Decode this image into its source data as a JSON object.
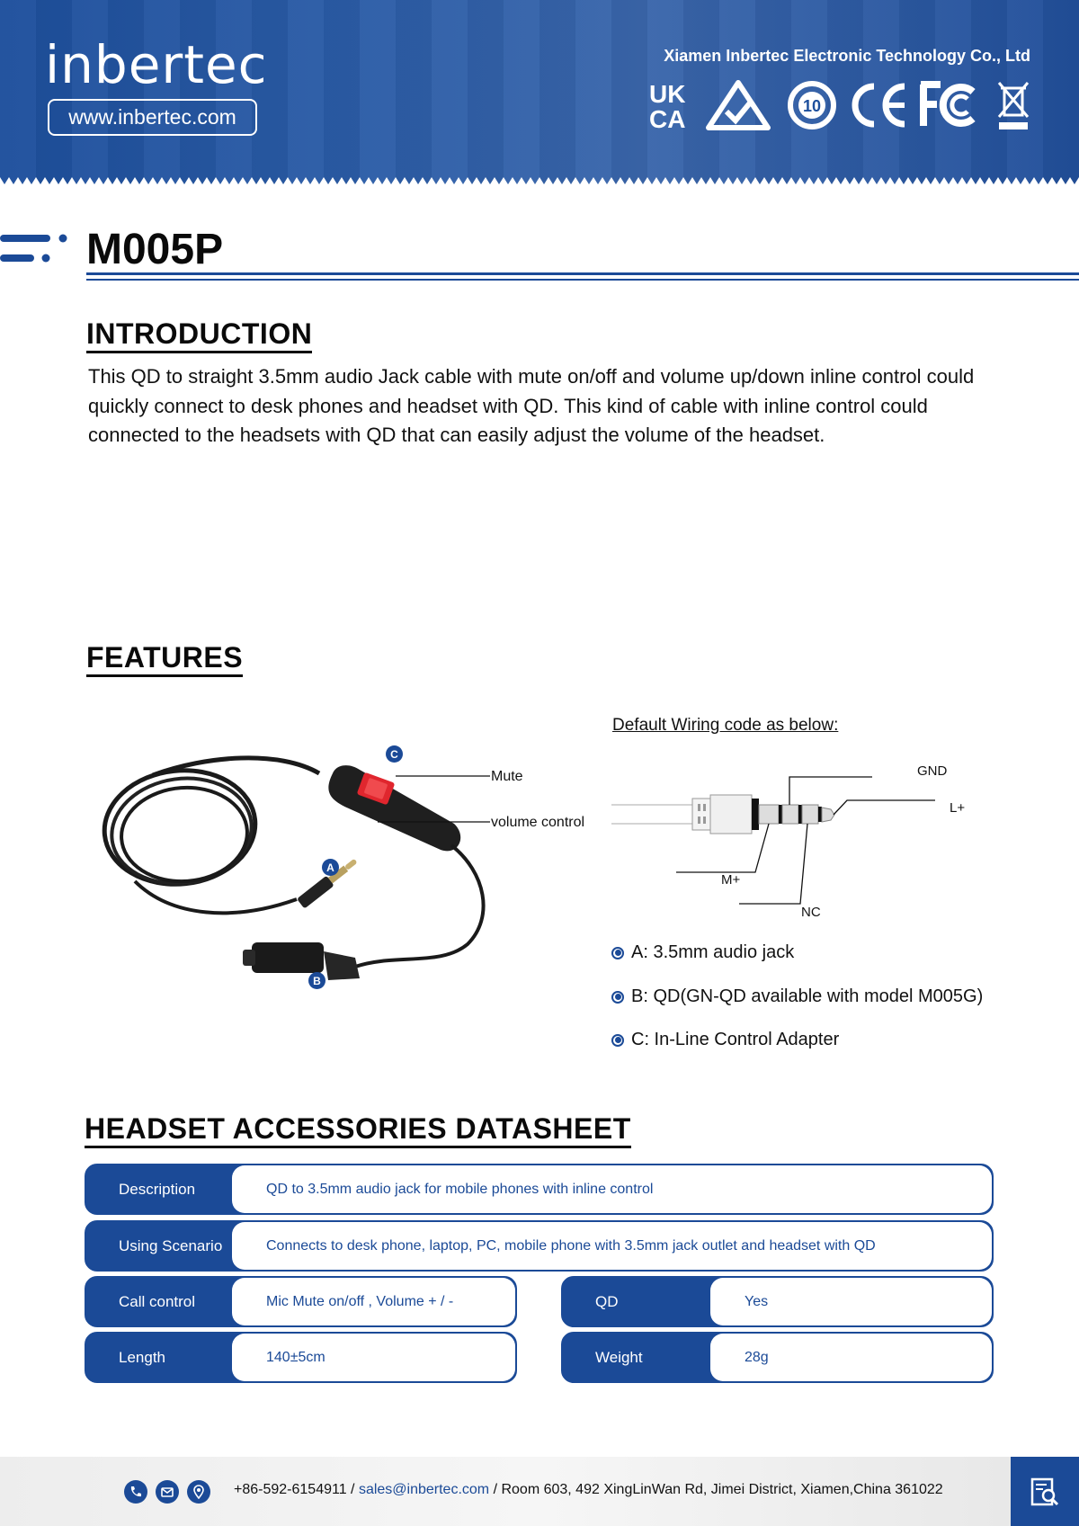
{
  "header": {
    "logo": "inbertec",
    "website": "www.inbertec.com",
    "company": "Xiamen Inbertec Electronic Technology Co., Ltd",
    "certifications": [
      "UKCA",
      "RCM",
      "10",
      "CE",
      "FC",
      "WEEE"
    ]
  },
  "product": {
    "model": "M005P"
  },
  "introduction": {
    "heading": "INTRODUCTION",
    "text": "This QD to straight 3.5mm audio Jack cable with mute on/off and volume up/down inline control could quickly connect to desk phones and headset with QD. This kind of cable with inline control could connected to the headsets with QD that can easily adjust the volume of the headset."
  },
  "features": {
    "heading": "FEATURES",
    "callouts": {
      "mute": "Mute",
      "volume": "volume control",
      "badge_a": "A",
      "badge_b": "B",
      "badge_c": "C"
    },
    "wiring_title": "Default Wiring code as below:",
    "wiring_labels": {
      "gnd": "GND",
      "l_plus": "L+",
      "m_plus": "M+",
      "nc": "NC"
    },
    "items": [
      "A: 3.5mm audio jack",
      "B: QD(GN-QD available with model M005G)",
      "C: In-Line Control Adapter"
    ]
  },
  "datasheet": {
    "heading": "HEADSET ACCESSORIES DATASHEET",
    "rows": [
      {
        "key": "Description",
        "value": "QD to 3.5mm audio jack for mobile phones with inline control"
      },
      {
        "key": "Using Scenario",
        "value": "Connects to desk phone, laptop, PC, mobile phone with 3.5mm jack outlet and headset with QD"
      },
      {
        "key": "Call control",
        "value": "Mic Mute on/off , Volume + / -"
      },
      {
        "key": "QD",
        "value": "Yes"
      },
      {
        "key": "Length",
        "value": "140±5cm"
      },
      {
        "key": "Weight",
        "value": "28g"
      }
    ]
  },
  "footer": {
    "phone": "+86-592-6154911",
    "separator1": " / ",
    "email": "sales@inbertec.com",
    "address": " / Room 603, 492 XingLinWan Rd, Jimei District, Xiamen,China 361022",
    "icons": [
      "phone-icon",
      "mail-icon",
      "location-icon",
      "catalog-search-icon"
    ]
  },
  "colors": {
    "brand_blue": "#1b4a97",
    "mute_red": "#e0262e"
  }
}
